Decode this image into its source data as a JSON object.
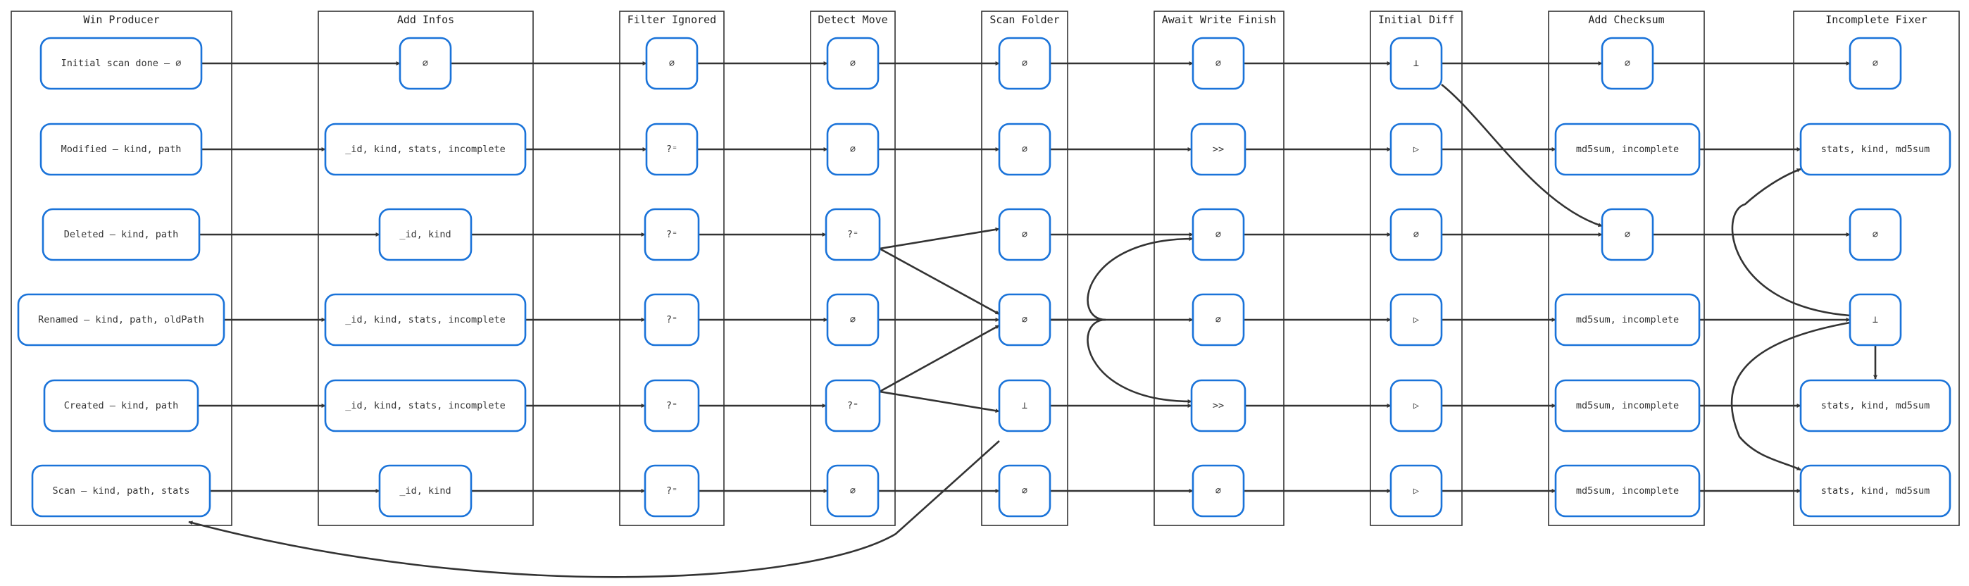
{
  "lanes": [
    {
      "id": "win",
      "title": "Win Producer"
    },
    {
      "id": "add",
      "title": "Add Infos"
    },
    {
      "id": "filter",
      "title": "Filter Ignored"
    },
    {
      "id": "detect",
      "title": "Detect Move"
    },
    {
      "id": "scan",
      "title": "Scan Folder"
    },
    {
      "id": "await",
      "title": "Await Write Finish"
    },
    {
      "id": "diff",
      "title": "Initial Diff"
    },
    {
      "id": "checksum",
      "title": "Add Checksum"
    },
    {
      "id": "fixer",
      "title": "Incomplete Fixer"
    }
  ],
  "nodes": [
    {
      "id": "w0",
      "lane": "win",
      "row": 0,
      "label": "Initial scan done – ∅"
    },
    {
      "id": "w1",
      "lane": "win",
      "row": 1,
      "label": "Modified – kind, path"
    },
    {
      "id": "w2",
      "lane": "win",
      "row": 2,
      "label": "Deleted – kind, path"
    },
    {
      "id": "w3",
      "lane": "win",
      "row": 3,
      "label": "Renamed – kind, path, oldPath"
    },
    {
      "id": "w4",
      "lane": "win",
      "row": 4,
      "label": "Created – kind, path"
    },
    {
      "id": "w5",
      "lane": "win",
      "row": 5,
      "label": "Scan – kind, path, stats"
    },
    {
      "id": "a0",
      "lane": "add",
      "row": 0,
      "label": "∅"
    },
    {
      "id": "a1",
      "lane": "add",
      "row": 1,
      "label": "_id, kind, stats, incomplete"
    },
    {
      "id": "a2",
      "lane": "add",
      "row": 2,
      "label": "_id, kind"
    },
    {
      "id": "a3",
      "lane": "add",
      "row": 3,
      "label": "_id, kind, stats, incomplete"
    },
    {
      "id": "a4",
      "lane": "add",
      "row": 4,
      "label": "_id, kind, stats, incomplete"
    },
    {
      "id": "a5",
      "lane": "add",
      "row": 5,
      "label": "_id, kind"
    },
    {
      "id": "f0",
      "lane": "filter",
      "row": 0,
      "label": "∅"
    },
    {
      "id": "f1",
      "lane": "filter",
      "row": 1,
      "label": "?⁼"
    },
    {
      "id": "f2",
      "lane": "filter",
      "row": 2,
      "label": "?⁼"
    },
    {
      "id": "f3",
      "lane": "filter",
      "row": 3,
      "label": "?⁼"
    },
    {
      "id": "f4",
      "lane": "filter",
      "row": 4,
      "label": "?⁼"
    },
    {
      "id": "f5",
      "lane": "filter",
      "row": 5,
      "label": "?⁼"
    },
    {
      "id": "d0",
      "lane": "detect",
      "row": 0,
      "label": "∅"
    },
    {
      "id": "d1",
      "lane": "detect",
      "row": 1,
      "label": "∅"
    },
    {
      "id": "d2",
      "lane": "detect",
      "row": 2,
      "label": "?⁼"
    },
    {
      "id": "d3",
      "lane": "detect",
      "row": 3,
      "label": "∅"
    },
    {
      "id": "d4",
      "lane": "detect",
      "row": 4,
      "label": "?⁼"
    },
    {
      "id": "d5",
      "lane": "detect",
      "row": 5,
      "label": "∅"
    },
    {
      "id": "s0",
      "lane": "scan",
      "row": 0,
      "label": "∅"
    },
    {
      "id": "s1",
      "lane": "scan",
      "row": 1,
      "label": "∅"
    },
    {
      "id": "s2",
      "lane": "scan",
      "row": 2,
      "label": "∅"
    },
    {
      "id": "s3",
      "lane": "scan",
      "row": 3,
      "label": "∅"
    },
    {
      "id": "s4",
      "lane": "scan",
      "row": 4,
      "label": "⊥"
    },
    {
      "id": "s5",
      "lane": "scan",
      "row": 5,
      "label": "∅"
    },
    {
      "id": "aw0",
      "lane": "await",
      "row": 0,
      "label": "∅"
    },
    {
      "id": "aw1",
      "lane": "await",
      "row": 1,
      "label": ">>"
    },
    {
      "id": "aw2",
      "lane": "await",
      "row": 2,
      "label": "∅"
    },
    {
      "id": "aw3",
      "lane": "await",
      "row": 3,
      "label": "∅"
    },
    {
      "id": "aw4",
      "lane": "await",
      "row": 4,
      "label": ">>"
    },
    {
      "id": "aw5",
      "lane": "await",
      "row": 5,
      "label": "∅"
    },
    {
      "id": "i0",
      "lane": "diff",
      "row": 0,
      "label": "⊥"
    },
    {
      "id": "i1",
      "lane": "diff",
      "row": 1,
      "label": "▷"
    },
    {
      "id": "i2",
      "lane": "diff",
      "row": 2,
      "label": "∅"
    },
    {
      "id": "i3",
      "lane": "diff",
      "row": 3,
      "label": "▷"
    },
    {
      "id": "i4",
      "lane": "diff",
      "row": 4,
      "label": "▷"
    },
    {
      "id": "i5",
      "lane": "diff",
      "row": 5,
      "label": "▷"
    },
    {
      "id": "c0",
      "lane": "checksum",
      "row": 0,
      "label": "∅"
    },
    {
      "id": "c1",
      "lane": "checksum",
      "row": 1,
      "label": "md5sum, incomplete"
    },
    {
      "id": "c2",
      "lane": "checksum",
      "row": 2,
      "label": "∅"
    },
    {
      "id": "c3",
      "lane": "checksum",
      "row": 3,
      "label": "md5sum, incomplete"
    },
    {
      "id": "c4",
      "lane": "checksum",
      "row": 4,
      "label": "md5sum, incomplete"
    },
    {
      "id": "c5",
      "lane": "checksum",
      "row": 5,
      "label": "md5sum, incomplete"
    },
    {
      "id": "x0",
      "lane": "fixer",
      "row": 0,
      "label": "∅"
    },
    {
      "id": "x1",
      "lane": "fixer",
      "row": 1,
      "label": "stats, kind, md5sum"
    },
    {
      "id": "x2",
      "lane": "fixer",
      "row": 2,
      "label": "∅"
    },
    {
      "id": "x3",
      "lane": "fixer",
      "row": 3,
      "label": "⊥"
    },
    {
      "id": "x4",
      "lane": "fixer",
      "row": 4,
      "label": "stats, kind, md5sum"
    },
    {
      "id": "x5",
      "lane": "fixer",
      "row": 5,
      "label": "stats, kind, md5sum"
    }
  ],
  "edges": [
    [
      "w0",
      "a0"
    ],
    [
      "a0",
      "f0"
    ],
    [
      "f0",
      "d0"
    ],
    [
      "d0",
      "s0"
    ],
    [
      "s0",
      "aw0"
    ],
    [
      "aw0",
      "i0"
    ],
    [
      "i0",
      "c0"
    ],
    [
      "c0",
      "x0"
    ],
    [
      "w1",
      "a1"
    ],
    [
      "a1",
      "f1"
    ],
    [
      "f1",
      "d1"
    ],
    [
      "d1",
      "s1"
    ],
    [
      "s1",
      "aw1"
    ],
    [
      "aw1",
      "i1"
    ],
    [
      "i1",
      "c1"
    ],
    [
      "c1",
      "x1"
    ],
    [
      "w2",
      "a2"
    ],
    [
      "a2",
      "f2"
    ],
    [
      "f2",
      "d2"
    ],
    [
      "d2",
      "s2"
    ],
    [
      "s2",
      "aw2"
    ],
    [
      "aw2",
      "i2"
    ],
    [
      "i2",
      "c2"
    ],
    [
      "c2",
      "x2"
    ],
    [
      "w3",
      "a3"
    ],
    [
      "a3",
      "f3"
    ],
    [
      "f3",
      "d3"
    ],
    [
      "d3",
      "s3"
    ],
    [
      "s3",
      "aw3"
    ],
    [
      "aw3",
      "i3"
    ],
    [
      "i3",
      "c3"
    ],
    [
      "c3",
      "x3"
    ],
    [
      "w4",
      "a4"
    ],
    [
      "a4",
      "f4"
    ],
    [
      "f4",
      "d4"
    ],
    [
      "d4",
      "s4"
    ],
    [
      "s4",
      "aw4"
    ],
    [
      "aw4",
      "i4"
    ],
    [
      "i4",
      "c4"
    ],
    [
      "c4",
      "x4"
    ],
    [
      "w5",
      "a5"
    ],
    [
      "a5",
      "f5"
    ],
    [
      "f5",
      "d5"
    ],
    [
      "d5",
      "s5"
    ],
    [
      "s5",
      "aw5"
    ],
    [
      "aw5",
      "i5"
    ],
    [
      "i5",
      "c5"
    ],
    [
      "c5",
      "x5"
    ],
    [
      "d2",
      "s3"
    ],
    [
      "d4",
      "s3"
    ],
    [
      "s3",
      "aw2"
    ],
    [
      "s3",
      "aw4"
    ],
    [
      "i0",
      "c2"
    ],
    [
      "x3",
      "x1"
    ],
    [
      "x3",
      "x4"
    ],
    [
      "x3",
      "x5"
    ],
    [
      "s4",
      "w5"
    ]
  ]
}
